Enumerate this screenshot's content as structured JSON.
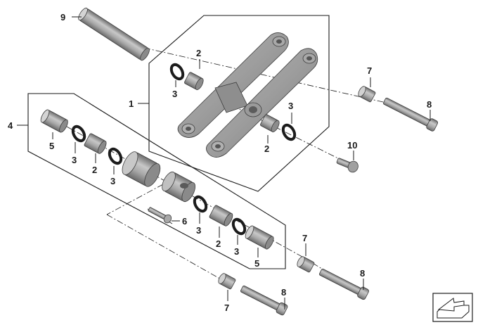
{
  "diagram": {
    "callouts": {
      "c1": "1",
      "c2a": "2",
      "c2b": "2",
      "c2c": "2",
      "c2d": "2",
      "c3a": "3",
      "c3b": "3",
      "c3c": "3",
      "c3d": "3",
      "c3e": "3",
      "c3f": "3",
      "c4": "4",
      "c5a": "5",
      "c5b": "5",
      "c6": "6",
      "c7a": "7",
      "c7b": "7",
      "c7c": "7",
      "c8a": "8",
      "c8b": "8",
      "c8c": "8",
      "c9": "9",
      "c10": "10"
    },
    "colors": {
      "part_light": "#c4c4c4",
      "part_mid": "#9a9a9a",
      "part_dark": "#6a6a6a",
      "line": "#1a1a1a"
    },
    "icons": {
      "corner": "folder-arrow-icon"
    }
  }
}
